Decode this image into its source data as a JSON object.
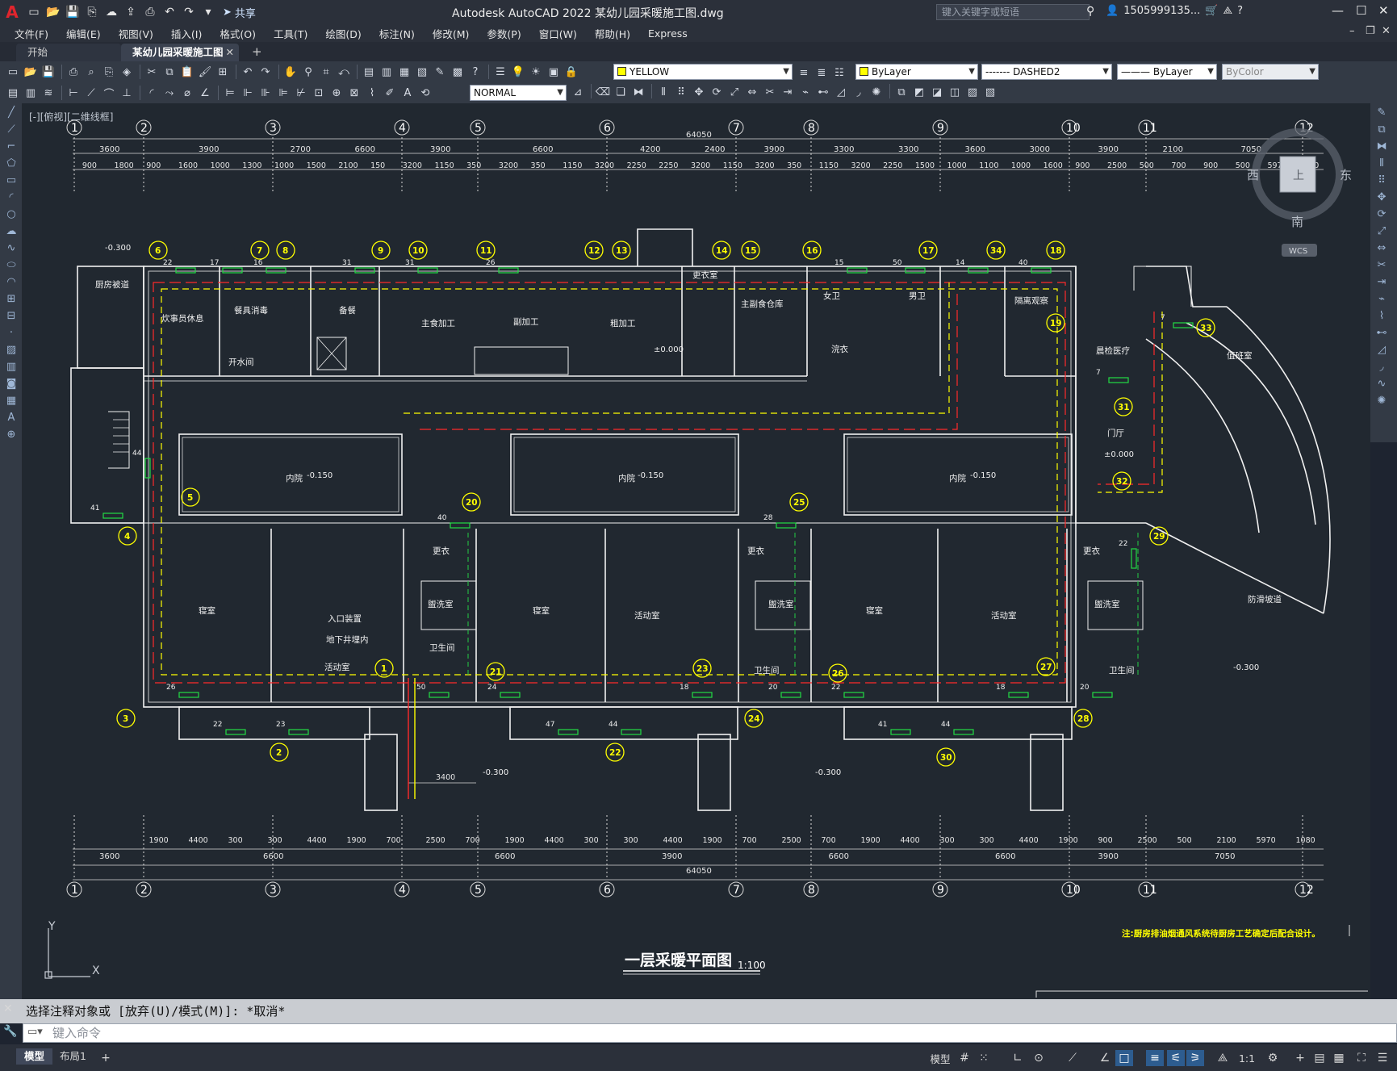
{
  "app": {
    "window_title": "Autodesk AutoCAD 2022    某幼儿园采暖施工图.dwg",
    "search_placeholder": "键入关键字或短语",
    "user": "1505999135...",
    "share_label": "共享"
  },
  "menu": [
    "文件(F)",
    "编辑(E)",
    "视图(V)",
    "插入(I)",
    "格式(O)",
    "工具(T)",
    "绘图(D)",
    "标注(N)",
    "修改(M)",
    "参数(P)",
    "窗口(W)",
    "帮助(H)",
    "Express"
  ],
  "tabs": {
    "start": "开始",
    "active": "某幼儿园采暖施工图*"
  },
  "toolbar": {
    "layer_name": "YELLOW",
    "color": "ByLayer",
    "linetype": "DASHED2",
    "lineweight": "ByLayer",
    "plotstyle": "ByColor",
    "textstyle": "NORMAL"
  },
  "viewport_label": "[-][俯视][二维线框]",
  "viewcube": {
    "north": "上",
    "south": "南",
    "east": "东",
    "west": "西",
    "wcs": "WCS"
  },
  "drawing": {
    "title": "一层采暖平面图",
    "scale": "1:100",
    "note": "注:厨房排油烟通风系统待厨房工艺确定后配合设计。",
    "total_dim": "64050",
    "axis_labels": [
      "1",
      "2",
      "3",
      "4",
      "5",
      "6",
      "7",
      "8",
      "9",
      "10",
      "11",
      "12"
    ],
    "top_dims": [
      "3600",
      "3900",
      "2700",
      "6600",
      "3900",
      "6600",
      "4200",
      "2400",
      "3900",
      "3300",
      "3300",
      "3600",
      "3000",
      "3900",
      "2100",
      "7050"
    ],
    "top_sub_dims": [
      "900",
      "1800",
      "900",
      "1600",
      "1000",
      "1300",
      "1000",
      "1500",
      "2100",
      "150",
      "3200",
      "1150",
      "350",
      "3200",
      "350",
      "1150",
      "3200",
      "2250",
      "2250",
      "3200",
      "1150",
      "3200",
      "350",
      "1150",
      "3200",
      "2250",
      "1500",
      "1000",
      "1100",
      "1000",
      "1600",
      "900",
      "2500",
      "500",
      "700",
      "900",
      "500",
      "5970",
      "1080"
    ],
    "bottom_dims": [
      "3600",
      "6600",
      "6600",
      "3900",
      "6600",
      "6600",
      "3900",
      "6600",
      "6600",
      "3900",
      "2100",
      "7050"
    ],
    "bottom_sub_dims": [
      "1900",
      "4400",
      "300",
      "300",
      "4400",
      "1900",
      "700",
      "2500",
      "700",
      "1900",
      "4400",
      "300",
      "300",
      "4400",
      "1900",
      "700",
      "2500",
      "700",
      "1900",
      "4400",
      "300",
      "300",
      "4400",
      "1900",
      "900",
      "2500",
      "500",
      "2100",
      "5970",
      "1080"
    ],
    "rooms": [
      "厨房被道",
      "炊事员休息",
      "餐具消毒",
      "备餐",
      "主食加工",
      "副加工",
      "粗加工",
      "更衣室",
      "主副食仓库",
      "女卫",
      "浣衣",
      "男卫",
      "隔离观察",
      "晨检医疗",
      "值班室",
      "开水间",
      "门厅",
      "内院",
      "内院",
      "内院",
      "寝室",
      "活动室",
      "更衣",
      "盥洗室",
      "卫生间",
      "寝室",
      "活动室",
      "更衣",
      "盥洗室",
      "卫生间",
      "寝室",
      "活动室",
      "更衣",
      "盥洗室",
      "卫生间",
      "防滑坡道",
      "入口装置",
      "地下井埋内"
    ],
    "levels": [
      "-0.300",
      "±0.000",
      "-0.150",
      "-0.150",
      "-0.150",
      "±0.000",
      "-0.300",
      "-0.300",
      "-0.300"
    ],
    "radiator_tags": [
      "1",
      "2",
      "3",
      "4",
      "5",
      "6",
      "7",
      "8",
      "9",
      "10",
      "11",
      "12",
      "13",
      "14",
      "15",
      "16",
      "17",
      "18",
      "19",
      "20",
      "21",
      "22",
      "23",
      "24",
      "25",
      "26",
      "27",
      "28",
      "29",
      "30",
      "31",
      "32",
      "33",
      "34"
    ],
    "radiator_counts": [
      "22",
      "17",
      "16",
      "31",
      "31",
      "26",
      "15",
      "50",
      "14",
      "40",
      "26",
      "50",
      "24",
      "18",
      "20",
      "22",
      "18",
      "20",
      "22",
      "23",
      "47",
      "44",
      "41",
      "44",
      "41",
      "44",
      "7",
      "7",
      "22",
      "40",
      "28"
    ],
    "dims_misc": [
      "3400"
    ]
  },
  "command": {
    "history": "选择注释对象或 [放弃(U)/模式(M)]: *取消*",
    "placeholder": "键入命令"
  },
  "status": {
    "model_tab": "模型",
    "layout_tab": "布局1",
    "model_space": "模型",
    "scale": "1:1"
  }
}
